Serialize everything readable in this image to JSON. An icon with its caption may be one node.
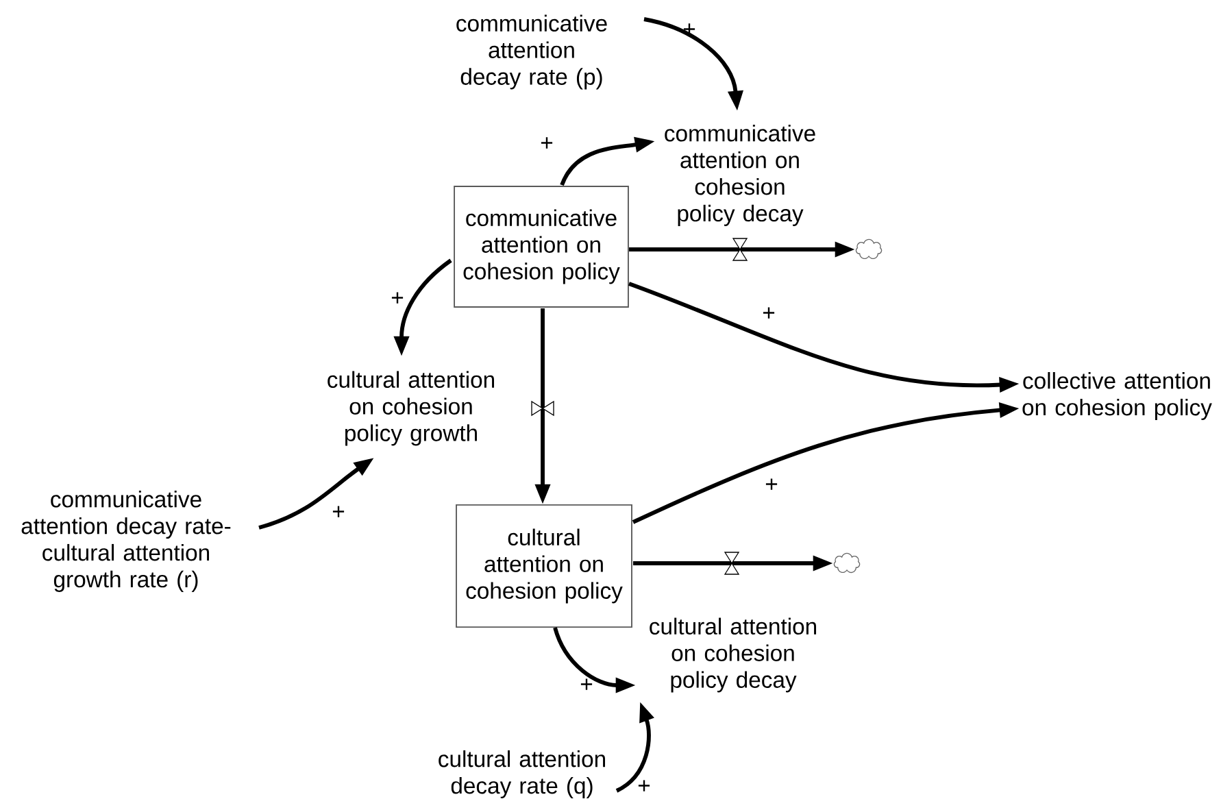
{
  "diagram": {
    "nodes": [
      {
        "text": [
          "communicative attention decay rate (p)"
        ]
      },
      {
        "text": [
          "communicative attention on cohesion policy decay"
        ]
      },
      {
        "text": [
          "communicative attention on cohesion policy"
        ]
      },
      {
        "text": [],
        "shape": "cloud"
      },
      {
        "text": [
          "cultural attention on cohesion policy growth"
        ]
      },
      {
        "text": [
          "collective attention on cohesion policy"
        ]
      },
      {
        "text": [
          "communicative attention decay rate-cultural attention growth rate (r)"
        ]
      },
      {
        "text": [
          "cultural attention on cohesion policy"
        ]
      },
      {
        "text": [],
        "shape": "cloud"
      },
      {
        "text": [
          "cultural attention on cohesion policy decay"
        ]
      },
      {
        "text": [
          "cultural attention decay rate (q)"
        ]
      }
    ],
    "edges": [
      {
        "from": 0,
        "to": 1,
        "arrow": "to",
        "label": "+"
      },
      {
        "from": 2,
        "to": 1,
        "arrow": "to",
        "label": "+"
      },
      {
        "from": 2,
        "to": 3,
        "arrow": "to"
      },
      {
        "from": 2,
        "to": 4,
        "arrow": "to",
        "label": "+"
      },
      {
        "from": 2,
        "to": 5,
        "arrow": "to",
        "label": "+"
      },
      {
        "from": 2,
        "to": 7,
        "arrow": "to"
      },
      {
        "from": 6,
        "to": 4,
        "arrow": "to",
        "label": "+"
      },
      {
        "from": 7,
        "to": 5,
        "arrow": "to",
        "label": "+"
      },
      {
        "from": 7,
        "to": 8,
        "arrow": "to"
      },
      {
        "from": 7,
        "to": 9,
        "arrow": "to",
        "label": "+"
      },
      {
        "from": 10,
        "to": 9,
        "arrow": "to",
        "label": "+"
      }
    ]
  }
}
